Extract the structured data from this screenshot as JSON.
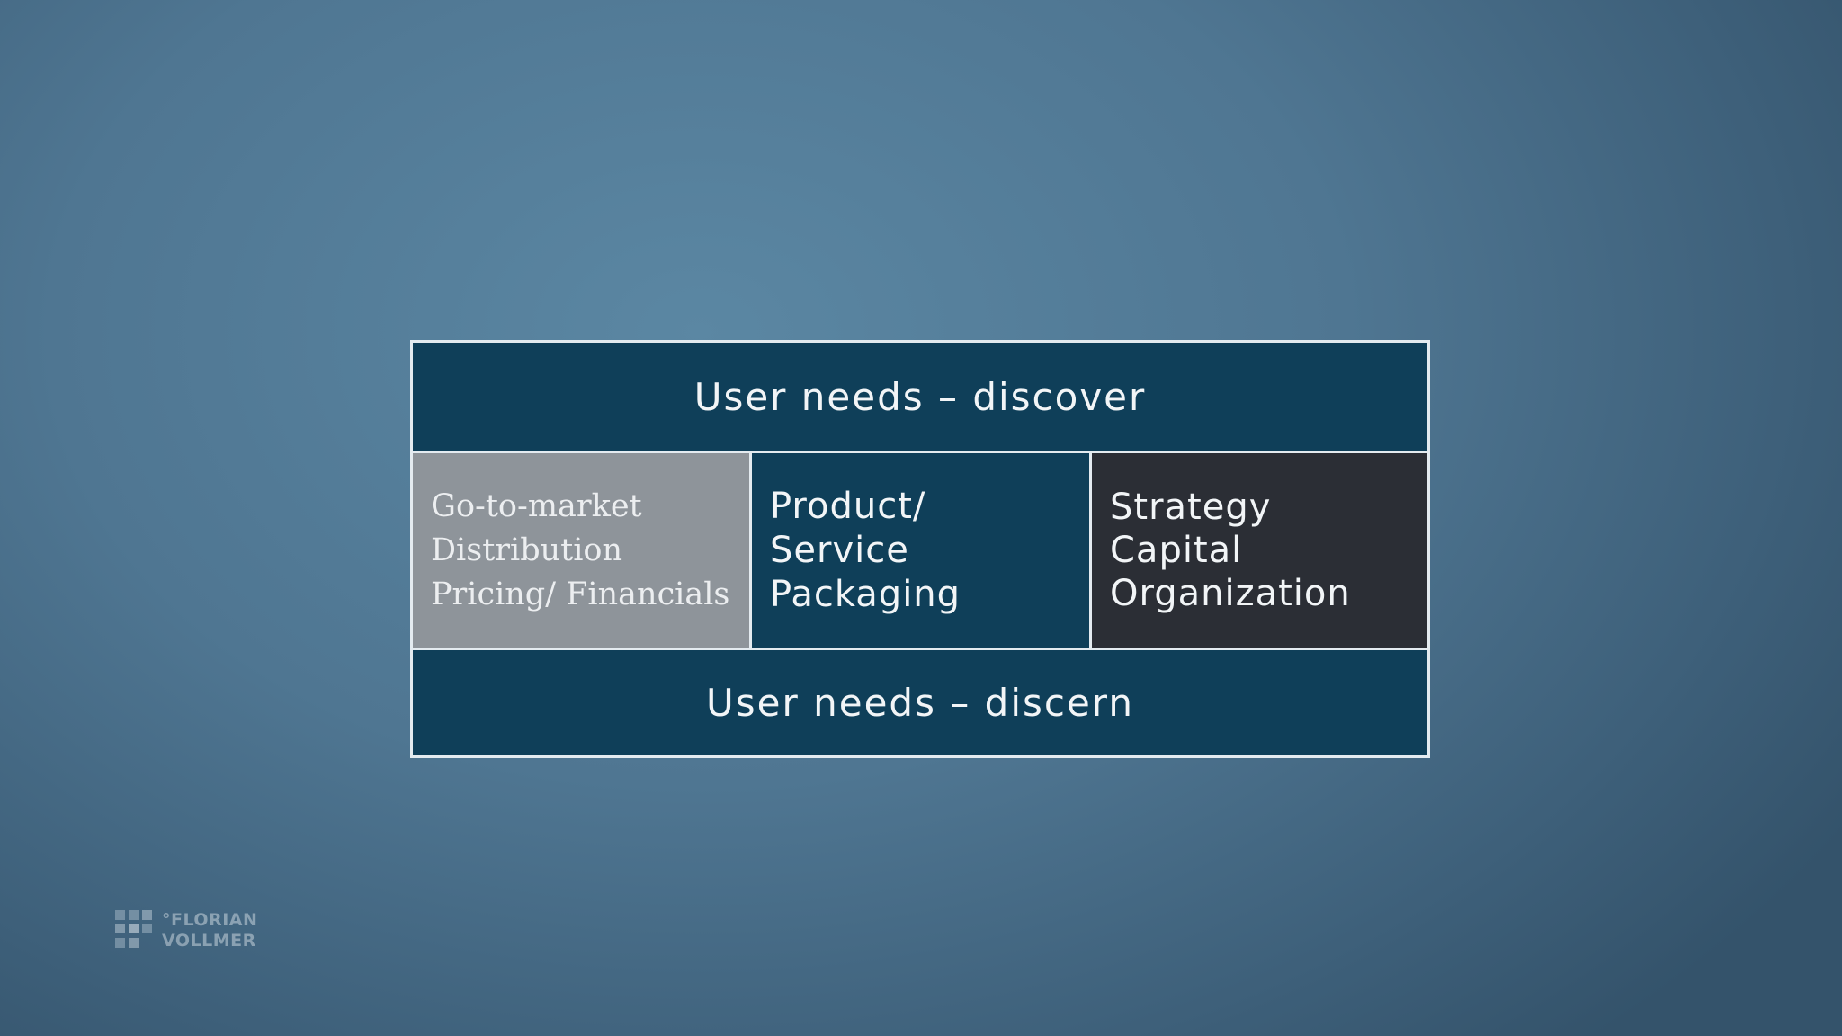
{
  "diagram": {
    "top_band": "User needs – discover",
    "bottom_band": "User needs – discern",
    "cells": {
      "go_to_market": [
        "Go-to-market",
        "Distribution",
        "Pricing/ Financials"
      ],
      "product": [
        "Product/",
        "Service",
        "Packaging"
      ],
      "strategy": [
        "Strategy",
        "Capital",
        "Organization"
      ]
    }
  },
  "logo": {
    "line1": "°FLORIAN",
    "line2": "VOLLMER"
  },
  "colors": {
    "band_teal": "#0f3f59",
    "cell_gray": "#8e949a",
    "cell_dark": "#2b2e35",
    "border": "#e4ebf0"
  }
}
